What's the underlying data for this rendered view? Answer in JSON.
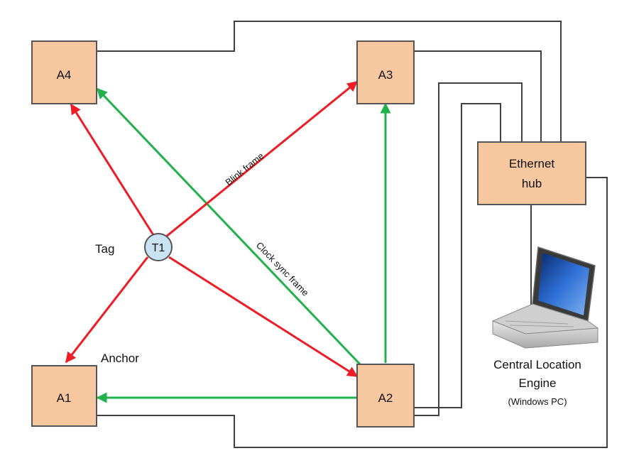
{
  "colors": {
    "anchor_fill": "#f7c8a0",
    "anchor_stroke": "#555555",
    "tag_fill": "#c9e3f2",
    "blink_arrow": "#ee1c24",
    "sync_arrow": "#22b14c",
    "cable": "#404040"
  },
  "anchors": {
    "a1": "A1",
    "a2": "A2",
    "a3": "A3",
    "a4": "A4"
  },
  "tag": {
    "id": "T1",
    "label": "Tag"
  },
  "labels": {
    "anchor": "Anchor",
    "blink_frame": "Blink frame",
    "clock_sync_frame": "Clock sync frame"
  },
  "hub": {
    "line1": "Ethernet",
    "line2": "hub"
  },
  "laptop": {
    "icon": "laptop-icon",
    "line1": "Central Location",
    "line2": "Engine",
    "line3": "(Windows PC)"
  }
}
